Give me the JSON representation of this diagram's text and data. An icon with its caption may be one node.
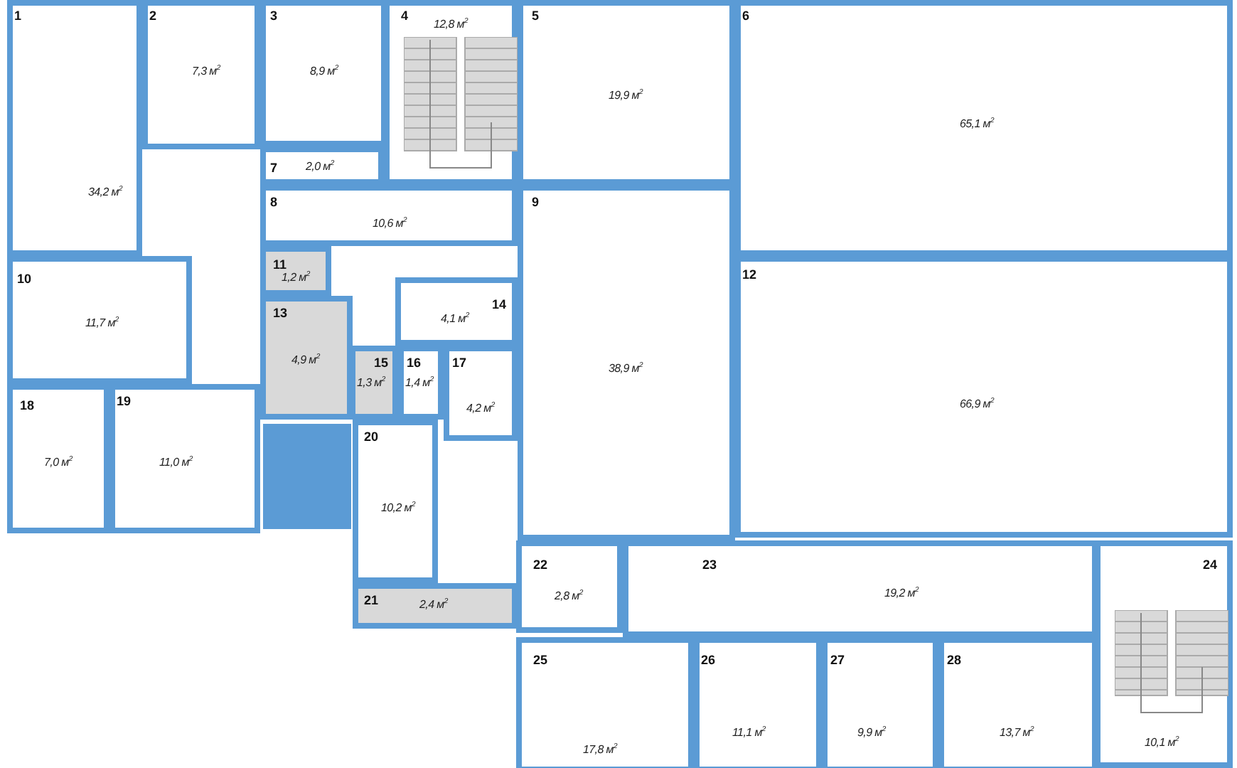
{
  "diagram": {
    "nodes": [
      {
        "text": [
          "1",
          "34,2 м$^{2}$"
        ]
      },
      {
        "text": [
          "2",
          "7,3 м$^{2}$"
        ]
      },
      {
        "text": [
          "3",
          "8,9 м$^{2}$"
        ]
      },
      {
        "text": [
          "4",
          "12,8 м$^{2}$"
        ]
      },
      {
        "text": [
          "5",
          "19,9 м$^{2}$"
        ]
      },
      {
        "text": [
          "6",
          "65,1 м$^{2}$"
        ]
      },
      {
        "text": [
          "7",
          "2,0 м$^{2}$"
        ]
      },
      {
        "text": [
          "8",
          "10,6 м$^{2}$"
        ]
      },
      {
        "text": [
          "9",
          "38,9 м$^{2}$"
        ]
      },
      {
        "text": [
          "10",
          "11,7 м$^{2}$"
        ]
      },
      {
        "text": [
          "11",
          "1,2 м$^{2}$"
        ]
      },
      {
        "text": [
          "12",
          "66,9 м$^{2}$"
        ]
      },
      {
        "text": [
          "13",
          "4,9 м$^{2}$"
        ]
      },
      {
        "text": [
          "14",
          "4,1 м$^{2}$"
        ]
      },
      {
        "text": [
          "15",
          "1,3 м$^{2}$"
        ]
      },
      {
        "text": [
          "16",
          "1,4 м$^{2}$"
        ]
      },
      {
        "text": [
          "17",
          "4,2 м$^{2}$"
        ]
      },
      {
        "text": [
          "18",
          "7,0 м$^{2}$"
        ]
      },
      {
        "text": [
          "19",
          "11,0 м$^{2}$"
        ]
      },
      {
        "text": [
          "20",
          "10,2 м$^{2}$"
        ]
      },
      {
        "text": [
          "21",
          "2,4 м$^{2}$"
        ]
      },
      {
        "text": [
          "22",
          "2,8 м$^{2}$"
        ]
      },
      {
        "text": [
          "23",
          "19,2 м$^{2}$"
        ]
      },
      {
        "text": [
          "24",
          "10,1 м$^{2}$"
        ]
      },
      {
        "text": [
          "25",
          "17,8 м$^{2}$"
        ]
      },
      {
        "text": [
          "26",
          "11,1 м$^{2}$"
        ]
      },
      {
        "text": [
          "27",
          "9,9 м$^{2}$"
        ]
      },
      {
        "text": [
          "28",
          "13,7 м$^{2}$"
        ]
      },
      {
        "text": [],
        "shape": "box"
      }
    ]
  }
}
